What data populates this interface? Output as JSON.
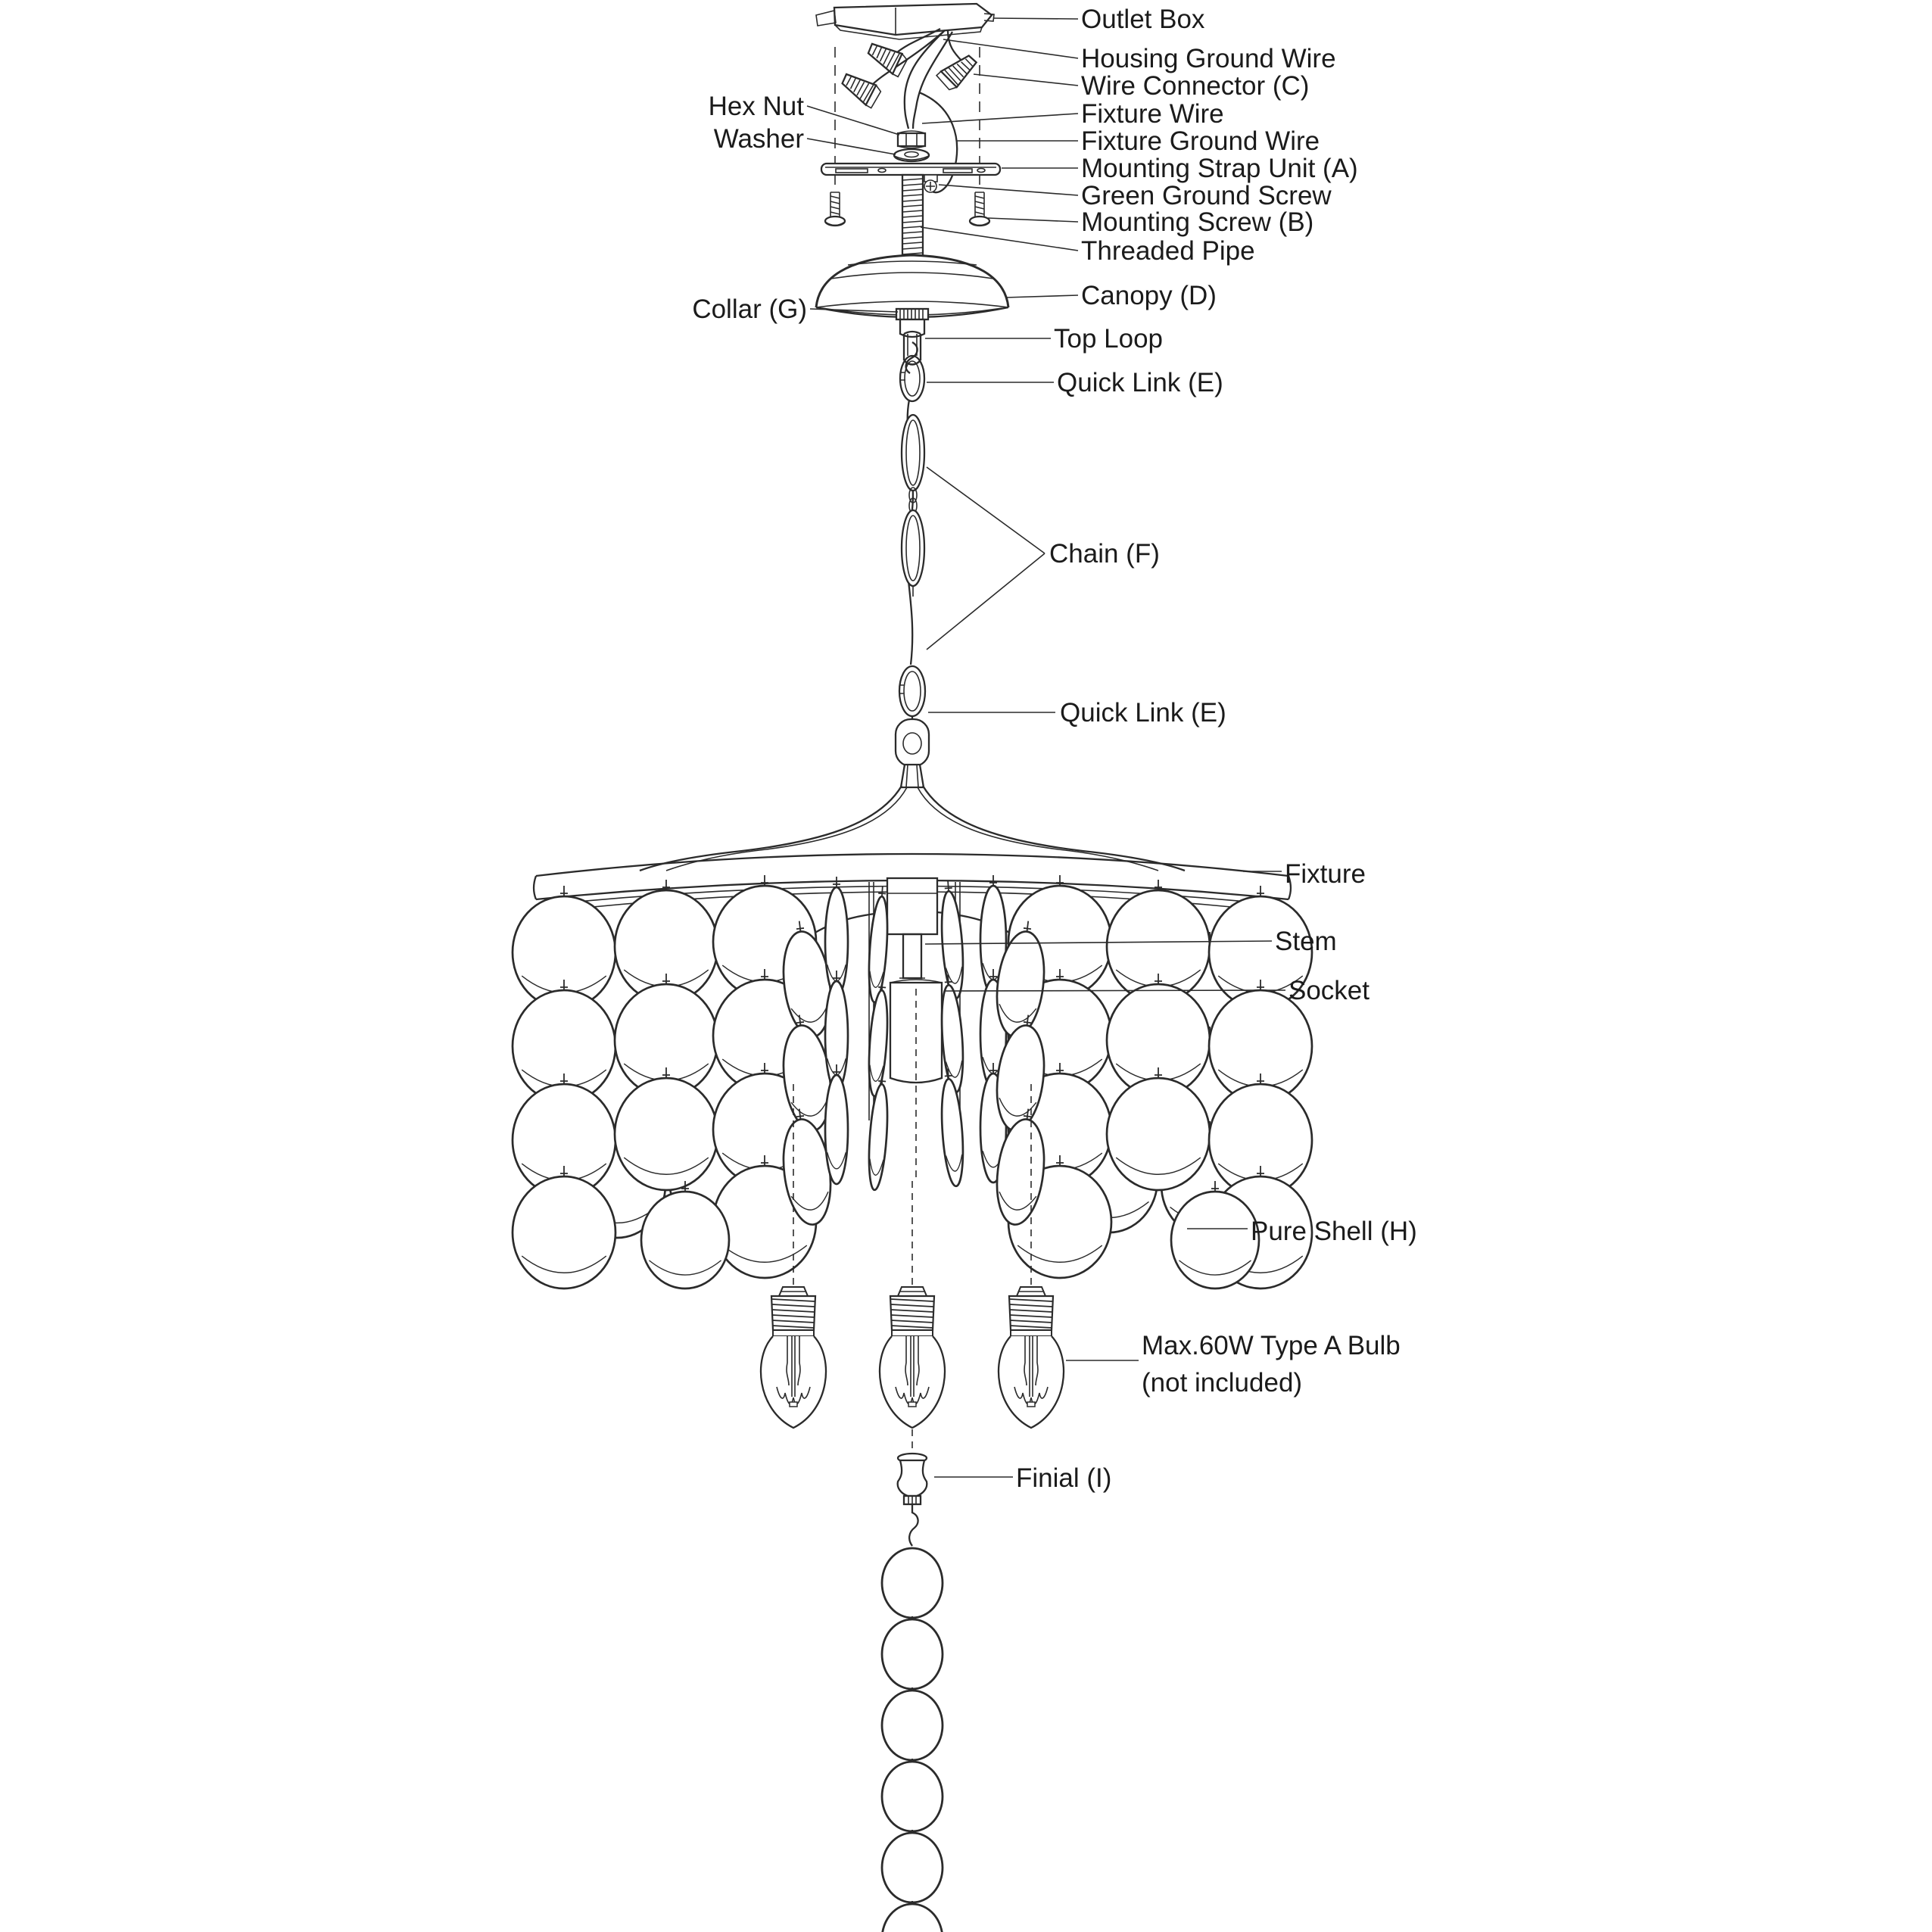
{
  "diagram": {
    "type": "exploded-parts-diagram",
    "subject": "shell chandelier light fixture installation",
    "colors": {
      "line": "#2b2b2b",
      "text": "#1b1b1b",
      "background": "#ffffff"
    },
    "labels": {
      "outlet_box": "Outlet Box",
      "housing_ground_wire": "Housing Ground Wire",
      "wire_connector": "Wire Connector (C)",
      "fixture_wire": "Fixture Wire",
      "fixture_ground_wire": "Fixture Ground Wire",
      "mounting_strap": "Mounting Strap Unit (A)",
      "green_ground_screw": "Green Ground Screw",
      "mounting_screw": "Mounting Screw (B)",
      "threaded_pipe": "Threaded Pipe",
      "canopy": "Canopy (D)",
      "hex_nut": "Hex Nut",
      "washer": "Washer",
      "collar": "Collar (G)",
      "top_loop": "Top Loop",
      "quick_link_upper": "Quick Link (E)",
      "chain": "Chain (F)",
      "quick_link_lower": "Quick Link (E)",
      "fixture": "Fixture",
      "stem": "Stem",
      "socket": "Socket",
      "pure_shell": "Pure Shell (H)",
      "bulb_line1": "Max.60W Type A Bulb",
      "bulb_line2": "(not included)",
      "finial": "Finial (I)"
    }
  }
}
